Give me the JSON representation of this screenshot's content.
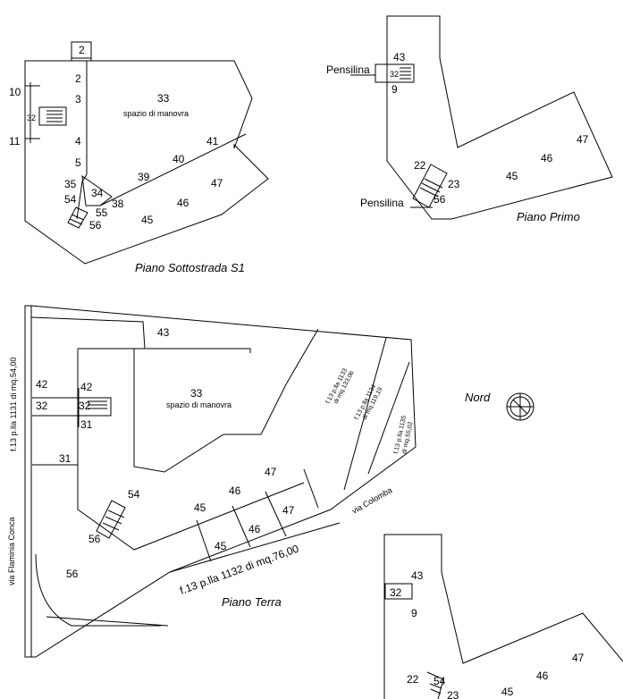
{
  "plans": {
    "sottostrada": {
      "title": "Piano Sottostrada S1",
      "labels": [
        "2",
        "2",
        "3",
        "10",
        "32",
        "11",
        "4",
        "5",
        "33",
        "spazio di manovra",
        "41",
        "40",
        "39",
        "47",
        "35",
        "34",
        "54",
        "38",
        "55",
        "56",
        "46",
        "45"
      ]
    },
    "primo": {
      "title": "Piano Primo",
      "labels": [
        "Pensilina",
        "43",
        "32",
        "9",
        "22",
        "23",
        "56",
        "Pensilina",
        "47",
        "46",
        "45"
      ]
    },
    "terra": {
      "title": "Piano Terra",
      "labels": [
        "43",
        "42",
        "32",
        "42",
        "32",
        "31",
        "33",
        "spazio di manovra",
        "31",
        "47",
        "46",
        "45",
        "47",
        "54",
        "56",
        "46",
        "45",
        "56"
      ],
      "parcels": [
        "f.13 p.lla 1133",
        "di mq.133,06",
        "f.13 p.lla 1134",
        "di mq.119,19",
        "f.13 p.lla 1135",
        "di mq.55,02"
      ],
      "side_labels": [
        "f.13 p.lla 1131 di mq.54,00",
        "via Flaminia Conca",
        "via Colomba",
        "f.13 p.lla 1132 di mq.76,00"
      ]
    },
    "secondo": {
      "labels": [
        "43",
        "32",
        "9",
        "22",
        "54",
        "47",
        "46",
        "45",
        "23"
      ]
    }
  },
  "compass": {
    "label": "Nord"
  }
}
